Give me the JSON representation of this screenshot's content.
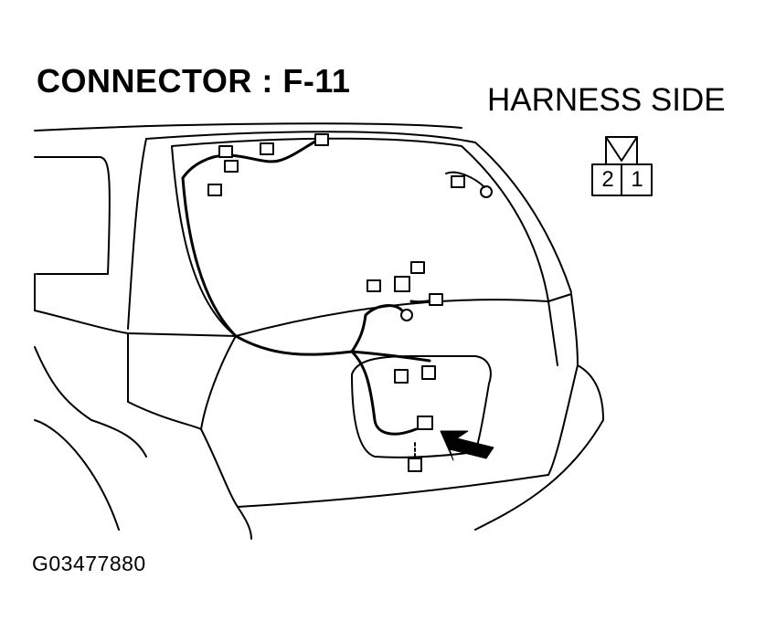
{
  "title": "CONNECTOR : F-11",
  "harness": {
    "label": "HARNESS SIDE",
    "pins": [
      "2",
      "1"
    ]
  },
  "figure_id": "G03477880",
  "colors": {
    "line": "#000000",
    "background": "#ffffff"
  }
}
